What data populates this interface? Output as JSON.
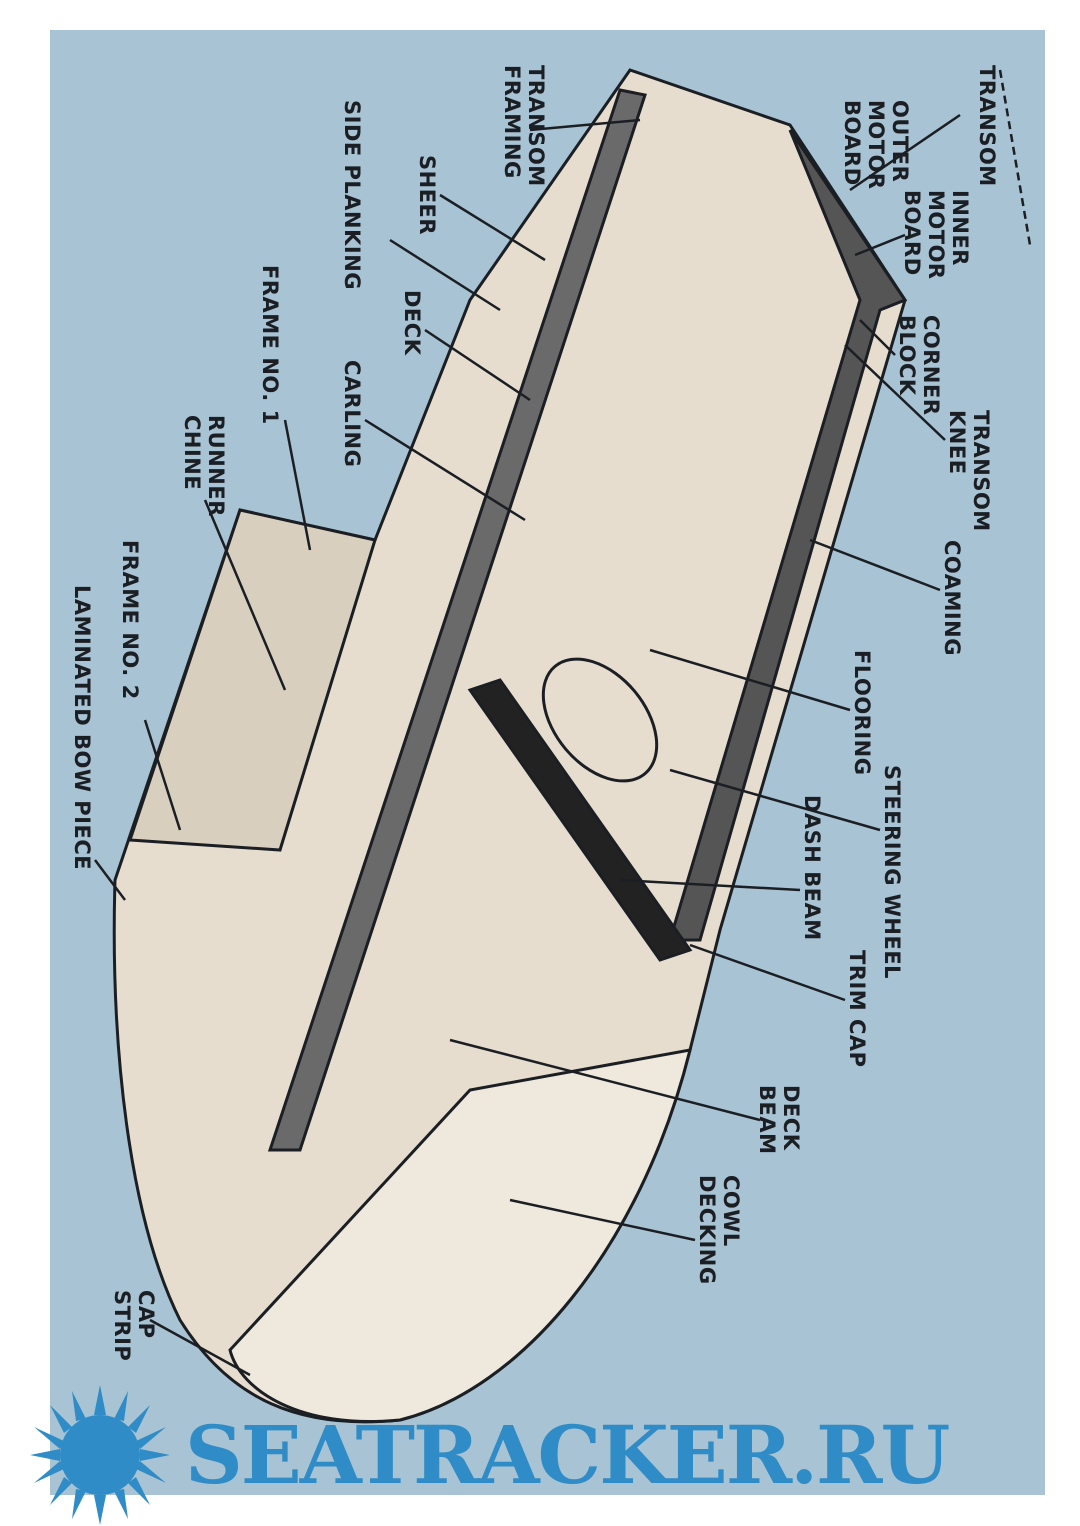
{
  "labels": {
    "transom": "TRANSOM",
    "outer_motor_board": "OUTER\nMOTOR\nBOARD",
    "inner_motor_board": "INNER\nMOTOR\nBOARD",
    "corner_block": "CORNER\nBLOCK",
    "transom_knee": "TRANSOM\nKNEE",
    "coaming": "COAMING",
    "transom_framing": "TRANSOM\nFRAMING",
    "sheer": "SHEER",
    "side_planking": "SIDE PLANKING",
    "deck": "DECK",
    "carling": "CARLING",
    "frame_no_1": "FRAME NO. 1",
    "runner_chine": "RUNNER\nCHINE",
    "flooring": "FLOORING",
    "steering_wheel": "STEERING WHEEL",
    "dash_beam": "DASH BEAM",
    "trim_cap": "TRIM CAP",
    "deck_beam": "DECK\nBEAM",
    "frame_no_2": "FRAME NO. 2",
    "laminated_bow_piece": "LAMINATED BOW PIECE",
    "cowl_decking": "COWL\nDECKING",
    "cap_strip": "CAP\nSTRIP"
  },
  "watermark": "SEATRACKER.RU",
  "colors": {
    "background": "#a8c3d3",
    "hull": "#e6ddcf",
    "watermark": "#2f8cc6"
  }
}
